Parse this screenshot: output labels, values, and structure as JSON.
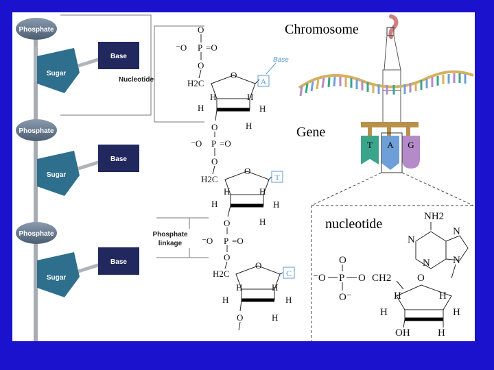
{
  "labels": {
    "phosphate": "Phosphate",
    "sugar": "Sugar",
    "base": "Base",
    "nucleotide_small": "Nucleotide",
    "phosphate_linkage_1": "Phosphate",
    "phosphate_linkage_2": "linkage",
    "base_callout": "Base",
    "chromosome": "Chromosome",
    "gene": "Gene",
    "nucleotide_big": "nucleotide"
  },
  "bases_on_strand": [
    "A",
    "T",
    "C"
  ],
  "gene_bases": [
    "T",
    "A",
    "G"
  ],
  "atoms": {
    "O": "O",
    "P": "P",
    "H": "H",
    "C": "C",
    "N": "N",
    "OH": "OH",
    "H2C": "H2C",
    "CH2": "CH2",
    "NH2": "NH2",
    "O_minus": "⁻O",
    "O_minus_after": "O⁻",
    "eq_O": "=O",
    "dash_O": "–O",
    "dot": "•"
  },
  "colors": {
    "background": "#1a12cc",
    "phosphate": "#5a6e80",
    "sugar": "#2e6f8e",
    "base": "#20285e",
    "base_callout": "#5b9bd5",
    "chromosome": "#d08080",
    "gene_T": "#3aa58c",
    "gene_A": "#6f9fd8",
    "gene_G": "#b48ac8"
  }
}
